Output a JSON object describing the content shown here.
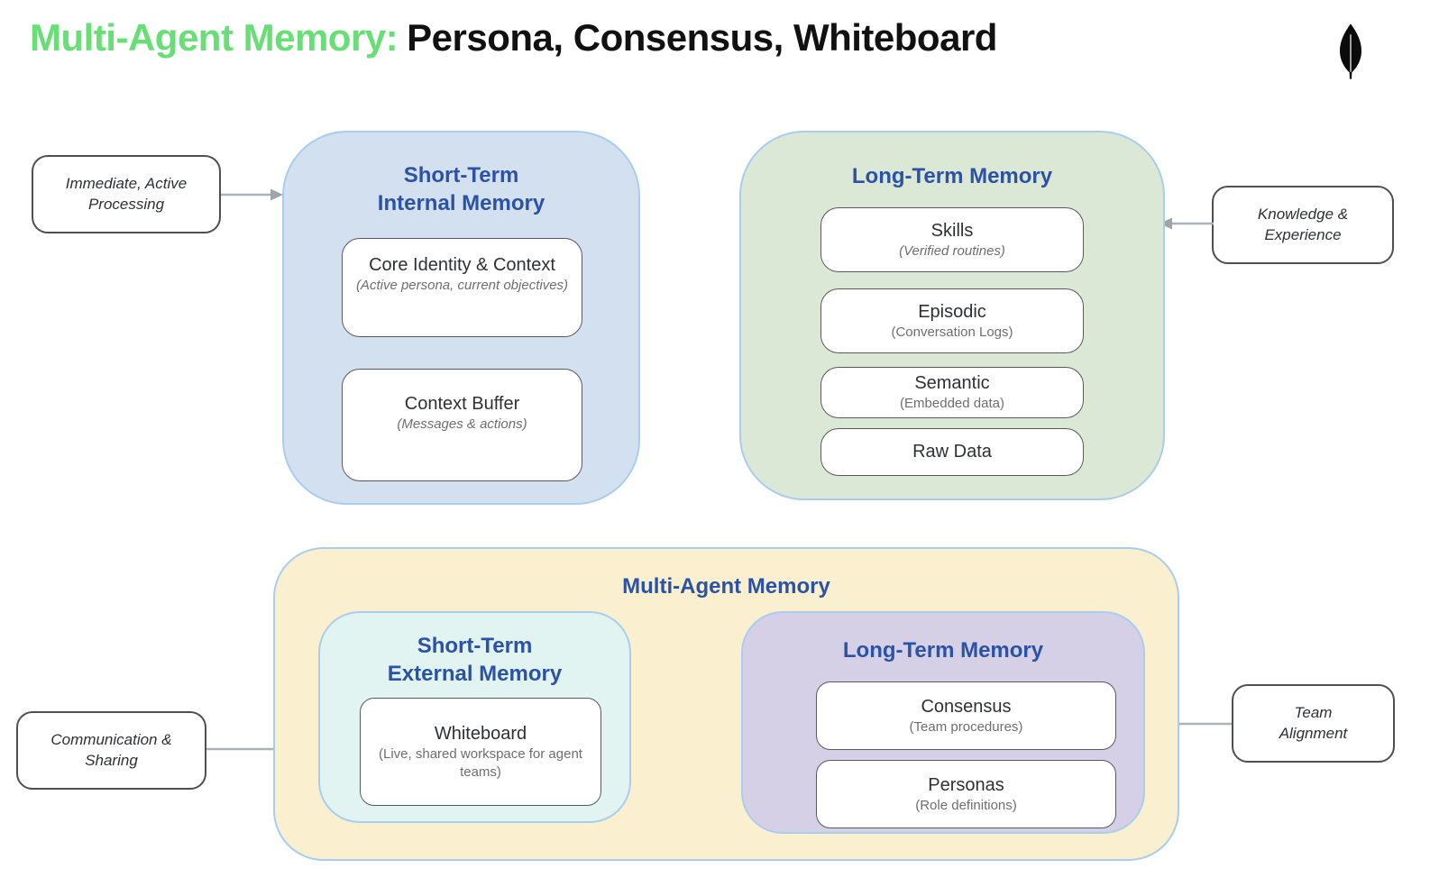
{
  "title": {
    "highlight": "Multi-Agent Memory:",
    "rest": "Persona, Consensus, Whiteboard"
  },
  "brand": {
    "logo_icon": "mongodb-leaf-icon"
  },
  "colors": {
    "title_green": "#69DE77",
    "header_blue": "#2B52A6",
    "container_blue": "#D2E0F0",
    "container_green": "#DBE8D6",
    "container_yellow": "#FAF0D0",
    "container_cyan": "#E1F4F1",
    "container_purple": "#D6D0E6",
    "container_border": "#A9CDEE"
  },
  "side_labels": {
    "immediate_active": {
      "line1": "Immediate, Active",
      "line2": "Processing"
    },
    "knowledge_experience": {
      "line1": "Knowledge &",
      "line2": "Experience"
    },
    "communication_sharing": {
      "line1": "Communication &",
      "line2": "Sharing"
    },
    "team_alignment": {
      "line1": "Team",
      "line2": "Alignment"
    }
  },
  "short_term_internal": {
    "title_line1": "Short-Term",
    "title_line2": "Internal Memory",
    "items": [
      {
        "label": "Core Identity & Context",
        "sublabel": "(Active persona, current objectives)"
      },
      {
        "label": "Context Buffer",
        "sublabel": "(Messages & actions)"
      }
    ]
  },
  "long_term_memory": {
    "title": "Long-Term Memory",
    "items": [
      {
        "label": "Skills",
        "sublabel": "(Verified routines)"
      },
      {
        "label": "Episodic",
        "sublabel": "(Conversation Logs)"
      },
      {
        "label": "Semantic",
        "sublabel": "(Embedded data)"
      },
      {
        "label": "Raw Data",
        "sublabel": ""
      }
    ]
  },
  "multi_agent": {
    "title": "Multi-Agent Memory",
    "short_term_external": {
      "title_line1": "Short-Term",
      "title_line2": "External Memory",
      "items": [
        {
          "label": "Whiteboard",
          "sublabel": "(Live, shared workspace for agent teams)"
        }
      ]
    },
    "long_term": {
      "title": "Long-Term Memory",
      "items": [
        {
          "label": "Consensus",
          "sublabel": "(Team procedures)"
        },
        {
          "label": "Personas",
          "sublabel": "(Role definitions)"
        }
      ]
    }
  }
}
